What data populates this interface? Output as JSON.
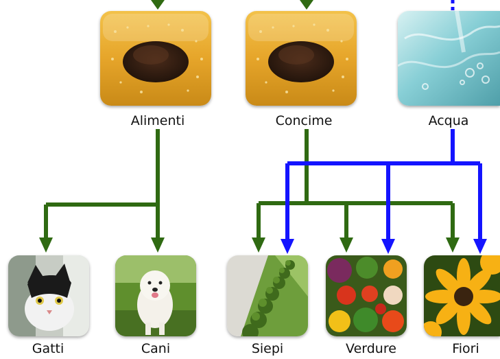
{
  "sources": [
    {
      "id": "alimenti",
      "label": "Alimenti",
      "icon": "soil-icon"
    },
    {
      "id": "concime",
      "label": "Concime",
      "icon": "soil-icon"
    },
    {
      "id": "acqua",
      "label": "Acqua",
      "icon": "water-icon"
    }
  ],
  "targets": [
    {
      "id": "gatti",
      "label": "Gatti",
      "icon": "cat-icon"
    },
    {
      "id": "cani",
      "label": "Cani",
      "icon": "dog-icon"
    },
    {
      "id": "siepi",
      "label": "Siepi",
      "icon": "hedge-icon"
    },
    {
      "id": "verdure",
      "label": "Verdure",
      "icon": "vegetables-icon"
    },
    {
      "id": "fiori",
      "label": "Fiori",
      "icon": "flower-icon"
    }
  ],
  "colors": {
    "green_flow": "#2f6a12",
    "blue_flow": "#1414ff"
  }
}
